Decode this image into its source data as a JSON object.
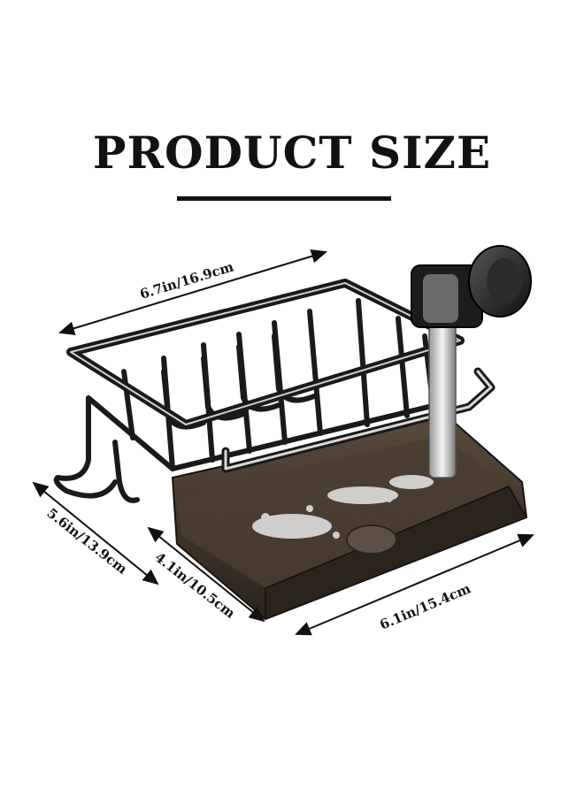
{
  "header": {
    "title": "PRODUCT SIZE"
  },
  "dimensions": {
    "top_length": "6.7in/16.9cm",
    "left_depth": "5.6in/13.9cm",
    "inner_depth": "4.1in/10.5cm",
    "bottom_length": "6.1in/15.4cm"
  },
  "colors": {
    "text": "#111111",
    "rack": "#1a1a1a",
    "tray": "#3a3028",
    "chrome": "#d8d8d8"
  }
}
